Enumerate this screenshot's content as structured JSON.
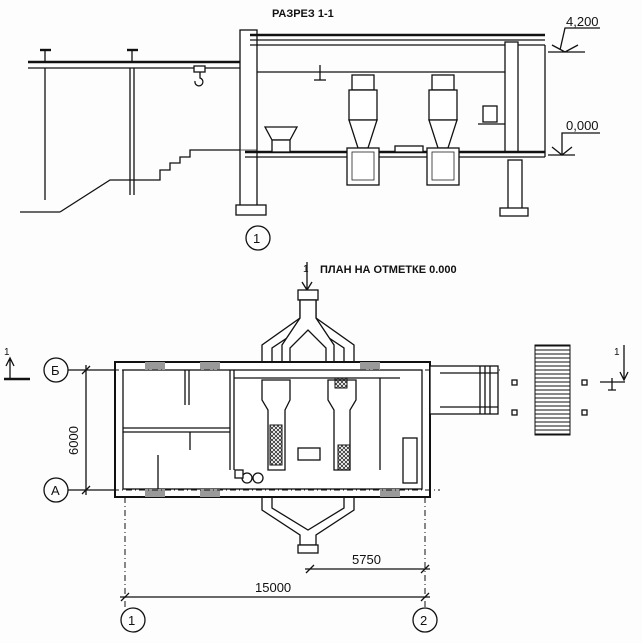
{
  "section": {
    "title": "РАЗРЕЗ 1-1",
    "level_top": "4,200",
    "level_floor": "0,000",
    "axis_label": "1"
  },
  "plan": {
    "title": "ПЛАН НА ОТМЕТКЕ 0.000",
    "axis_b": "Б",
    "axis_a": "А",
    "dim_width": "6000",
    "dim_partial": "5750",
    "dim_length": "15000",
    "axis_1": "1",
    "axis_2": "2",
    "cut_mark_left": "1",
    "cut_mark_right": "1",
    "cut_mark_top": "1"
  },
  "colors": {
    "ink": "#111111",
    "paper": "#fdfdfd"
  }
}
